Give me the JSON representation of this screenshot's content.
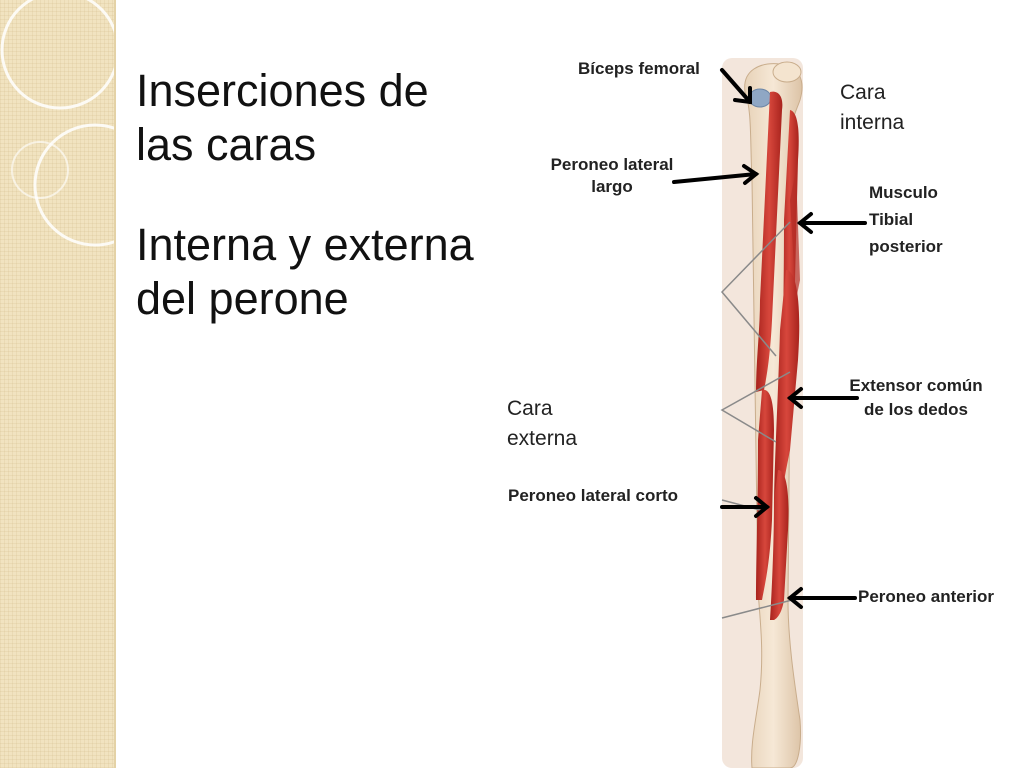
{
  "title": {
    "line1": "Inserciones de",
    "line2": "las caras",
    "line3": "Interna y externa",
    "line4": "del perone"
  },
  "labels": {
    "biceps": "Bíceps femoral",
    "peroneo_largo": [
      "Peroneo lateral",
      "largo"
    ],
    "cara_interna": [
      "Cara",
      "interna"
    ],
    "tibial_posterior": [
      "Musculo",
      "Tibial",
      "posterior"
    ],
    "extensor": [
      "Extensor común",
      "de los dedos"
    ],
    "cara_externa": [
      "Cara",
      "externa"
    ],
    "peroneo_corto": "Peroneo lateral corto",
    "peroneo_anterior": "Peroneo anterior"
  },
  "colors": {
    "panel": "#f1e3c0",
    "bone": "#efdcc4",
    "muscle": "#c8352e",
    "arrow": "#000000"
  }
}
